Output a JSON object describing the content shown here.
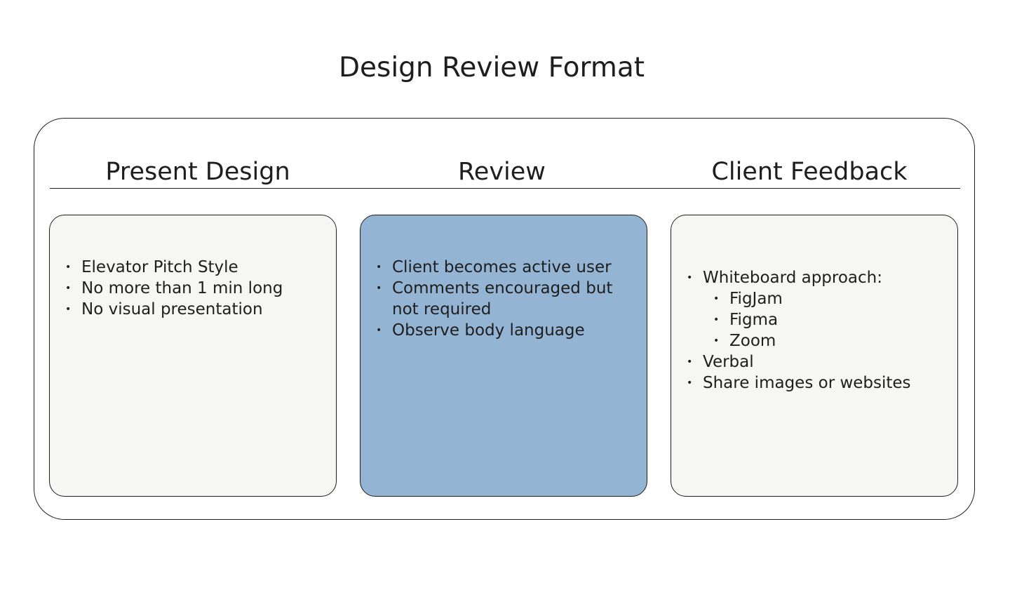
{
  "title": "Design Review Format",
  "columns": [
    {
      "heading": "Present Design",
      "bullets": [
        "Elevator Pitch Style",
        "No more than 1 min long",
        "No visual presentation"
      ]
    },
    {
      "heading": "Review",
      "bullets": [
        "Client becomes active user",
        "Comments encouraged but not required",
        "Observe body language"
      ]
    },
    {
      "heading": "Client Feedback",
      "bullets": [
        "Whiteboard approach:",
        "FigJam",
        "Figma",
        "Zoom",
        "Verbal",
        "Share images or websites"
      ]
    }
  ],
  "colors": {
    "card_default": "#f6f6f4",
    "card_highlight": "#94b4d4",
    "line": "#1e1e1e"
  }
}
